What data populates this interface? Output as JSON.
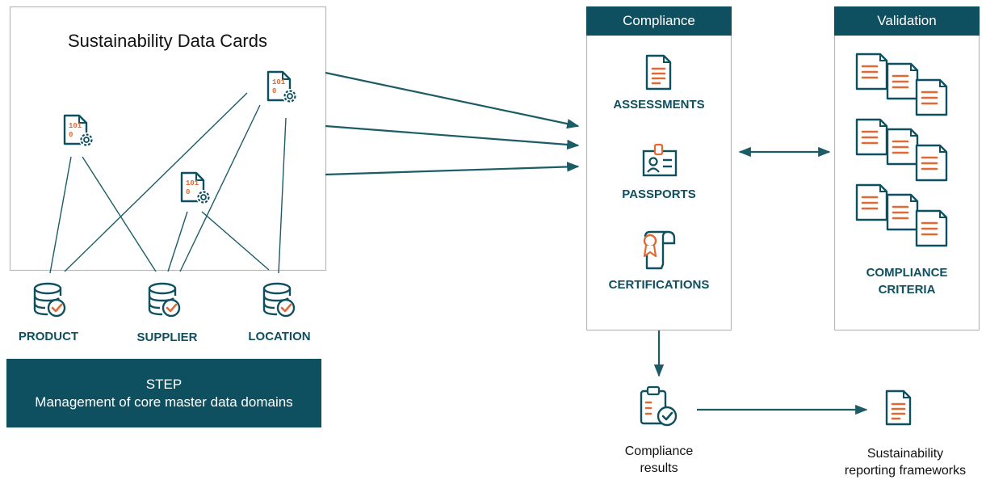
{
  "cards_panel": {
    "title": "Sustainability Data Cards"
  },
  "domains": [
    {
      "label": "PRODUCT"
    },
    {
      "label": "SUPPLIER"
    },
    {
      "label": "LOCATION"
    }
  ],
  "step": {
    "title": "STEP",
    "subtitle": "Management of core master data domains"
  },
  "compliance": {
    "header": "Compliance",
    "items": [
      {
        "label": "ASSESSMENTS"
      },
      {
        "label": "PASSPORTS"
      },
      {
        "label": "CERTIFICATIONS"
      }
    ]
  },
  "validation": {
    "header": "Validation",
    "label_line1": "COMPLIANCE",
    "label_line2": "CRITERIA"
  },
  "results": {
    "line1": "Compliance",
    "line2": "results"
  },
  "frameworks": {
    "line1": "Sustainability",
    "line2": "reporting frameworks"
  },
  "colors": {
    "teal": "#0f5060",
    "orange": "#e06a35",
    "border": "#b8b8b8",
    "line": "#1c5c66"
  }
}
